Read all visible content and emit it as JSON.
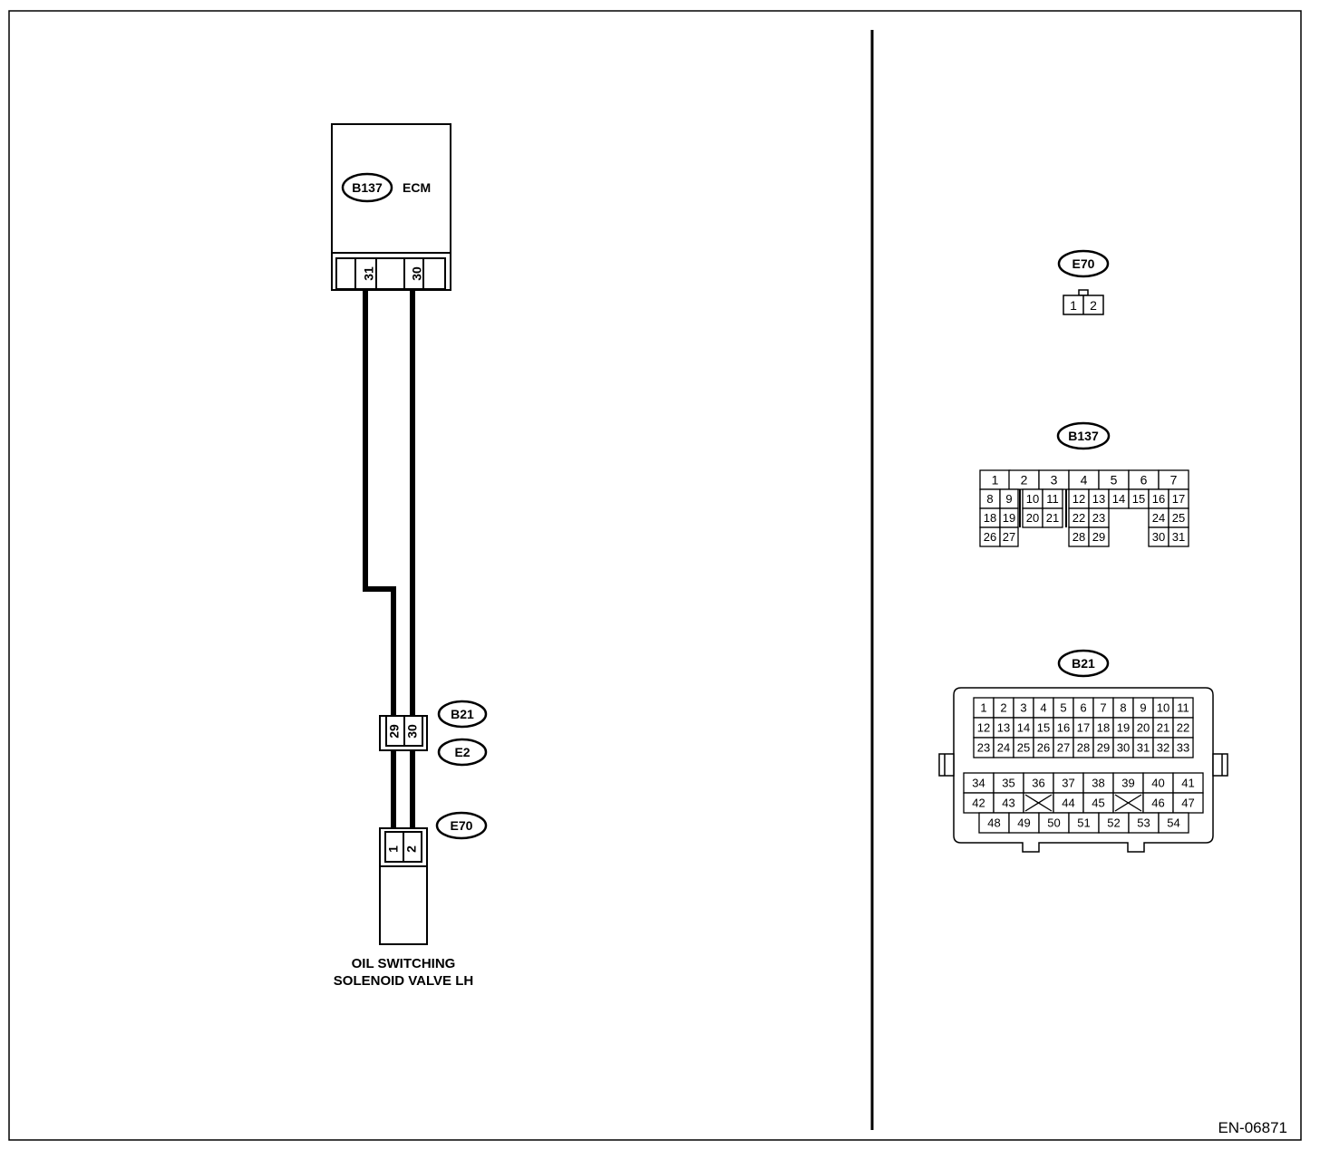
{
  "diagram": {
    "figure_id": "EN-06871",
    "ecm": {
      "connector": "B137",
      "label": "ECM",
      "terminals": [
        "31",
        "30"
      ]
    },
    "joint": {
      "connector_top": "B21",
      "connector_bottom": "E2",
      "terminals": [
        "29",
        "30"
      ]
    },
    "solenoid": {
      "connector": "E70",
      "terminals": [
        "1",
        "2"
      ],
      "label_line1": "OIL SWITCHING",
      "label_line2": "SOLENOID VALVE LH"
    }
  },
  "connector_views": {
    "e70": {
      "title": "E70",
      "pins": [
        "1",
        "2"
      ]
    },
    "b137": {
      "title": "B137",
      "rows": [
        [
          "1",
          "2",
          "3",
          "4",
          "5",
          "6",
          "7"
        ],
        [
          "8",
          "9",
          "10",
          "11",
          "12",
          "13",
          "14",
          "15",
          "16",
          "17"
        ],
        [
          "18",
          "19",
          "20",
          "21",
          "22",
          "23",
          "24",
          "25"
        ],
        [
          "26",
          "27",
          "28",
          "29",
          "30",
          "31"
        ]
      ]
    },
    "b21": {
      "title": "B21",
      "rows": [
        [
          "1",
          "2",
          "3",
          "4",
          "5",
          "6",
          "7",
          "8",
          "9",
          "10",
          "11"
        ],
        [
          "12",
          "13",
          "14",
          "15",
          "16",
          "17",
          "18",
          "19",
          "20",
          "21",
          "22"
        ],
        [
          "23",
          "24",
          "25",
          "26",
          "27",
          "28",
          "29",
          "30",
          "31",
          "32",
          "33"
        ],
        [
          "34",
          "35",
          "36",
          "37",
          "38",
          "39",
          "40",
          "41"
        ],
        [
          "42",
          "43",
          "",
          "44",
          "45",
          "",
          "46",
          "47"
        ],
        [
          "48",
          "49",
          "50",
          "51",
          "52",
          "53",
          "54"
        ]
      ]
    }
  }
}
